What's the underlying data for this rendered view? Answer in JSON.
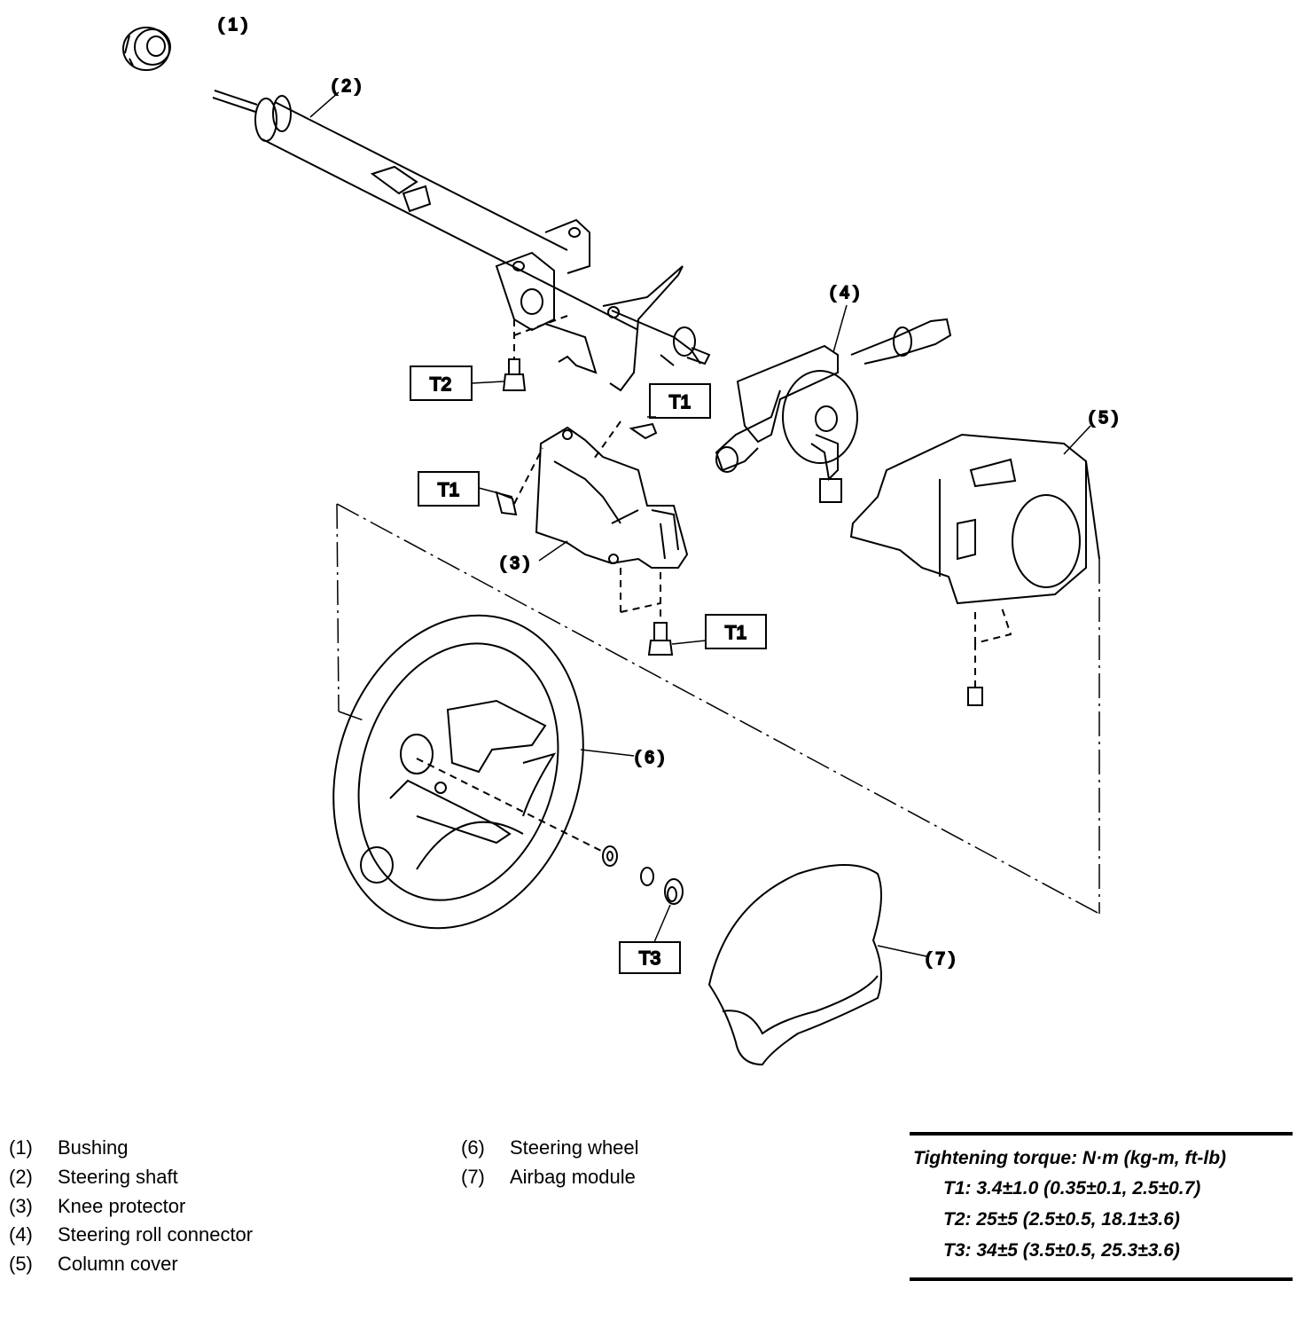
{
  "callouts": {
    "c1": "(1)",
    "c2": "(2)",
    "c3": "(3)",
    "c4": "(4)",
    "c5": "(5)",
    "c6": "(6)",
    "c7": "(7)"
  },
  "torque_tags": {
    "t2_upper": "T2",
    "t1_upper": "T1",
    "t1_left": "T1",
    "t1_lower": "T1",
    "t3": "T3"
  },
  "legend": {
    "left": [
      {
        "num": "(1)",
        "label": "Bushing"
      },
      {
        "num": "(2)",
        "label": "Steering shaft"
      },
      {
        "num": "(3)",
        "label": "Knee protector"
      },
      {
        "num": "(4)",
        "label": "Steering roll connector"
      },
      {
        "num": "(5)",
        "label": "Column cover"
      }
    ],
    "right": [
      {
        "num": "(6)",
        "label": "Steering wheel"
      },
      {
        "num": "(7)",
        "label": "Airbag module"
      }
    ]
  },
  "torque": {
    "title": "Tightening torque: N·m (kg-m, ft-lb)",
    "lines": [
      "T1: 3.4±1.0 (0.35±0.1, 2.5±0.7)",
      "T2: 25±5 (2.5±0.5, 18.1±3.6)",
      "T3: 34±5 (3.5±0.5, 25.3±3.6)"
    ]
  }
}
